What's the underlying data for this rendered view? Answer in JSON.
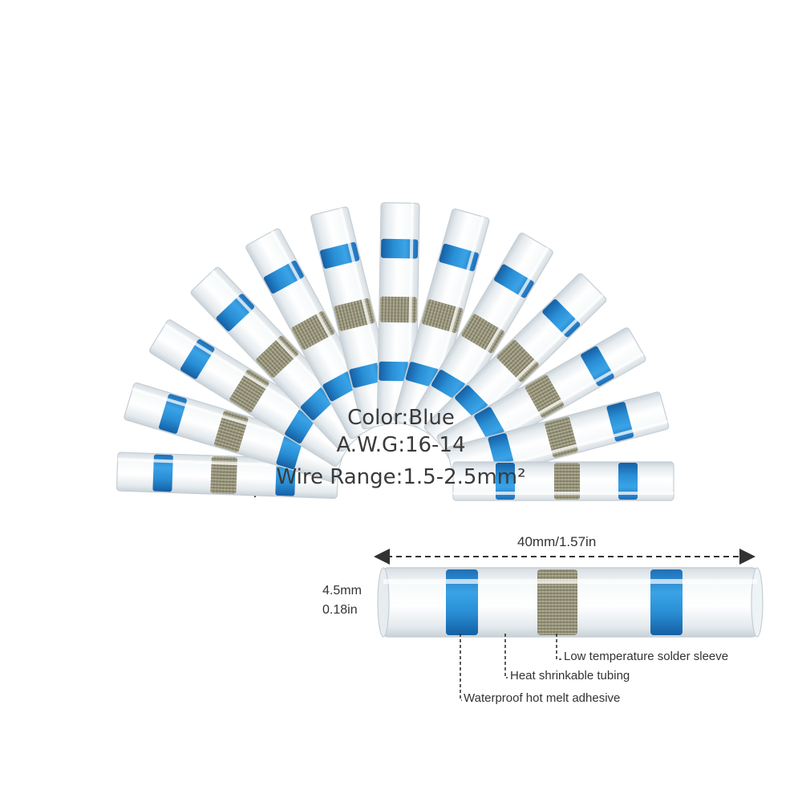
{
  "product": {
    "color_line": "Color:Blue",
    "awg_line": "A.W.G:16-14",
    "range_line": "Wire  Range:1.5-2.5mm²"
  },
  "dimensions": {
    "length": "40mm/1.57in",
    "diameter_mm": "4.5mm",
    "diameter_in": "0.18in"
  },
  "callouts": {
    "solder": "Low temperature solder sleeve",
    "tubing": "Heat shrinkable tubing",
    "adhesive": "Waterproof hot melt adhesive"
  },
  "colors": {
    "band": "#1f8fd8",
    "solder": "#9c9c7c",
    "tube": "#eef4f7"
  },
  "connector_count": 13
}
